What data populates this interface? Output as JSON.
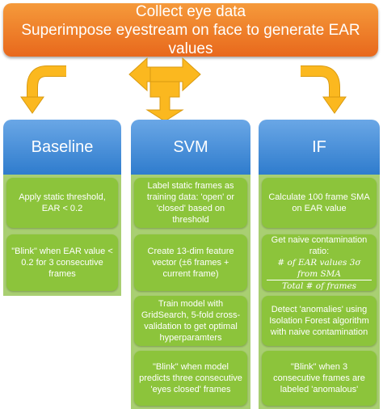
{
  "top": {
    "line1": "Collect eye data",
    "line2": "Superimpose eyestream on face to generate EAR values"
  },
  "columns": [
    {
      "header": "Baseline",
      "cells": [
        "Apply static threshold, EAR < 0.2",
        "\"Blink\" when EAR value < 0.2 for 3 consecutive frames"
      ]
    },
    {
      "header": "SVM",
      "cells": [
        "Label static frames as training data: 'open' or 'closed' based on threshold",
        "Create 13-dim feature vector (±6 frames + current frame)",
        "Train model with GridSearch, 5-fold cross-validation to get optimal hyperparamters",
        "\"Blink\" when model predicts three consecutive 'eyes closed' frames"
      ]
    },
    {
      "header": "IF",
      "cells": [
        "Calculate 100 frame SMA on EAR value",
        "Get naive contamination ratio:",
        "Detect 'anomalies' using Isolation Forest algorithm with naive contamination",
        "\"Blink\" when 3 consecutive frames are labeled 'anomalous'"
      ]
    }
  ],
  "formula": {
    "numerator": "# of EAR values 3σ from SMA",
    "denominator": "Total # of frames"
  },
  "colors": {
    "top_box": "#ec7a25",
    "header": "#3d86d3",
    "cell": "#8cc43b",
    "column_bg": "#a9cf72",
    "arrow": "#fbb81f"
  }
}
